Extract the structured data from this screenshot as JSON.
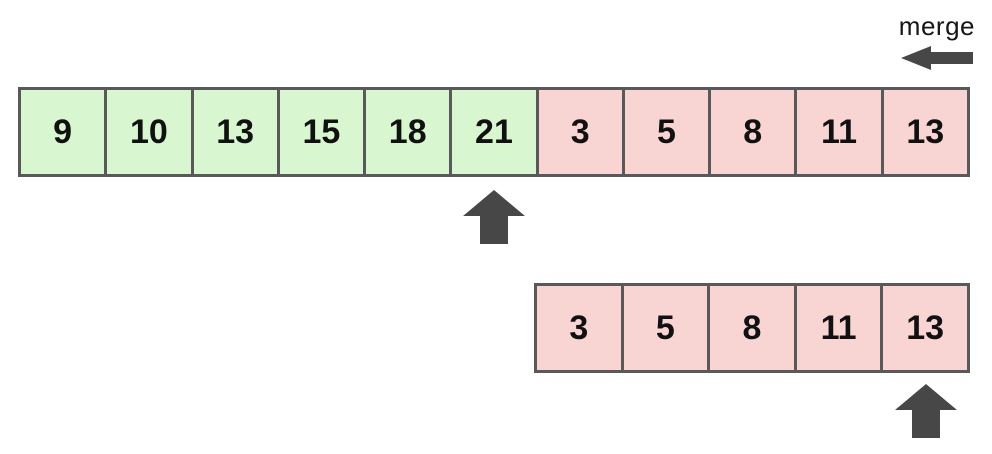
{
  "merge_label": "merge",
  "colors": {
    "green": "#d8f6d0",
    "pink": "#f8d5d3",
    "border": "#595959",
    "arrow": "#474747",
    "text": "#111111"
  },
  "main_array": {
    "cells": [
      {
        "value": "9",
        "color": "green"
      },
      {
        "value": "10",
        "color": "green"
      },
      {
        "value": "13",
        "color": "green"
      },
      {
        "value": "15",
        "color": "green"
      },
      {
        "value": "18",
        "color": "green"
      },
      {
        "value": "21",
        "color": "green"
      },
      {
        "value": "3",
        "color": "pink"
      },
      {
        "value": "5",
        "color": "pink"
      },
      {
        "value": "8",
        "color": "pink"
      },
      {
        "value": "11",
        "color": "pink"
      },
      {
        "value": "13",
        "color": "pink"
      }
    ]
  },
  "subarray": {
    "cells": [
      {
        "value": "3",
        "color": "pink"
      },
      {
        "value": "5",
        "color": "pink"
      },
      {
        "value": "8",
        "color": "pink"
      },
      {
        "value": "11",
        "color": "pink"
      },
      {
        "value": "13",
        "color": "pink"
      }
    ]
  },
  "pointers": {
    "main_pointer_index": 5,
    "main_pointer_value": "21",
    "subarray_pointer_index": 4,
    "subarray_pointer_value": "13"
  }
}
